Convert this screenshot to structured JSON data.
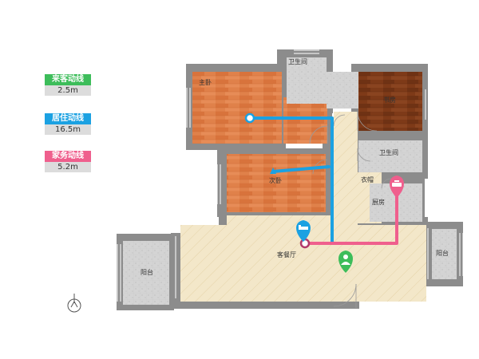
{
  "legend": [
    {
      "title": "来客动线",
      "value": "2.5m",
      "color": "#3dbd5a"
    },
    {
      "title": "居住动线",
      "value": "16.5m",
      "color": "#1ba1e2"
    },
    {
      "title": "家务动线",
      "value": "5.2m",
      "color": "#ef5f8d"
    }
  ],
  "rooms": {
    "master_bedroom": "主卧",
    "bathroom_top": "卫生间",
    "study": "书房",
    "bathroom_right": "卫生间",
    "second_bedroom": "次卧",
    "storage": "衣帽",
    "kitchen": "厨房",
    "living_dining": "客餐厅",
    "balcony_left": "阳台",
    "balcony_right": "阳台"
  },
  "colors": {
    "wall": "#8c8c8c",
    "wood_orange": "#e0814a",
    "wood_dark": "#7e3a18",
    "floor_beige": "#f3e7c9",
    "tile_gray": "#d4d4d4",
    "guest_line": "#3dbd5a",
    "living_line": "#1ba1e2",
    "housework_line": "#ef5f8d"
  }
}
